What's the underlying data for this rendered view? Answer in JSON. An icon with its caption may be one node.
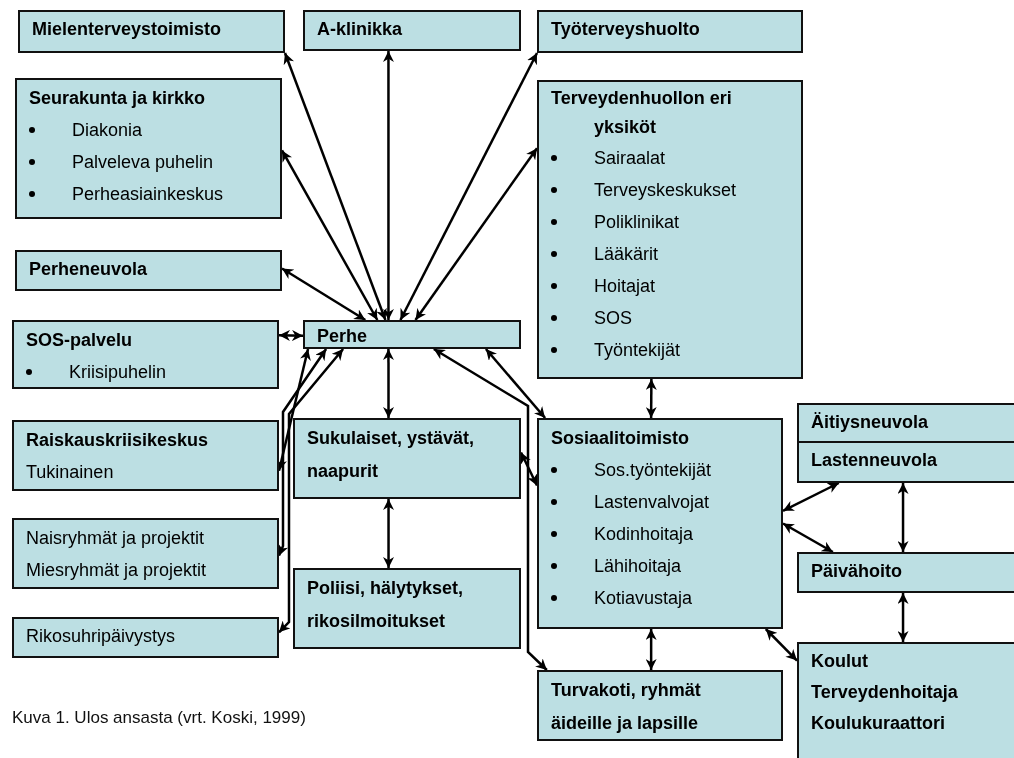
{
  "diagram": {
    "caption": "Kuva 1. Ulos ansasta (vrt. Koski, 1999)",
    "nodes": [
      {
        "text": [
          "Mielenterveystoimisto"
        ]
      },
      {
        "text": [
          "A-klinikka"
        ]
      },
      {
        "text": [
          "Työterveyshuolto"
        ]
      },
      {
        "text": [
          "Seurakunta ja kirkko",
          "Diakonia",
          "Palveleva puhelin",
          "Perheasiainkeskus"
        ]
      },
      {
        "text": [
          "Terveydenhuollon eri yksiköt",
          "Sairaalat",
          "Terveyskeskukset",
          "Poliklinikat",
          "Lääkärit",
          "Hoitajat",
          "SOS",
          "Työntekijät"
        ]
      },
      {
        "text": [
          "Perheneuvola"
        ]
      },
      {
        "text": [
          "SOS-palvelu",
          "Kriisipuhelin"
        ]
      },
      {
        "text": [
          "Perhe"
        ]
      },
      {
        "text": [
          "Raiskauskriisikeskus",
          "Tukinainen"
        ]
      },
      {
        "text": [
          "Sukulaiset, ystävät, naapurit"
        ]
      },
      {
        "text": [
          "Sosiaalitoimisto",
          "Sos.työntekijät",
          "Lastenvalvojat",
          "Kodinhoitaja",
          "Lähihoitaja",
          "Kotiavustaja"
        ]
      },
      {
        "text": [
          "Äitiysneuvola"
        ]
      },
      {
        "text": [
          "Lastenneuvola"
        ]
      },
      {
        "text": [
          "Naisryhmät ja projektit",
          "Miesryhmät ja projektit"
        ]
      },
      {
        "text": [
          "Päivähoito"
        ]
      },
      {
        "text": [
          "Poliisi, hälytykset, rikosilmoitukset"
        ]
      },
      {
        "text": [
          "Rikosuhripäivystys"
        ]
      },
      {
        "text": [
          "Turvakoti, ryhmät äideille ja lapsille"
        ]
      },
      {
        "text": [
          "Koulut",
          "Terveydenhoitaja",
          "Koulukuraattori"
        ]
      }
    ],
    "edges": [
      {
        "from": 0,
        "to": 7,
        "arrow": "both"
      },
      {
        "from": 1,
        "to": 7,
        "arrow": "both"
      },
      {
        "from": 2,
        "to": 7,
        "arrow": "both"
      },
      {
        "from": 3,
        "to": 7,
        "arrow": "both"
      },
      {
        "from": 4,
        "to": 7,
        "arrow": "both"
      },
      {
        "from": 5,
        "to": 7,
        "arrow": "both"
      },
      {
        "from": 6,
        "to": 7,
        "arrow": "both"
      },
      {
        "from": 7,
        "to": 8,
        "arrow": "both"
      },
      {
        "from": 7,
        "to": 13,
        "arrow": "both"
      },
      {
        "from": 7,
        "to": 16,
        "arrow": "both"
      },
      {
        "from": 7,
        "to": 9,
        "arrow": "both"
      },
      {
        "from": 7,
        "to": 17,
        "arrow": "both"
      },
      {
        "from": 7,
        "to": 10,
        "arrow": "both"
      },
      {
        "from": 4,
        "to": 10,
        "arrow": "both"
      },
      {
        "from": 9,
        "to": 10,
        "arrow": "both"
      },
      {
        "from": 9,
        "to": 15,
        "arrow": "both"
      },
      {
        "from": 12,
        "to": 10,
        "arrow": "both"
      },
      {
        "from": 10,
        "to": 14,
        "arrow": "both"
      },
      {
        "from": 12,
        "to": 14,
        "arrow": "both"
      },
      {
        "from": 14,
        "to": 18,
        "arrow": "both"
      },
      {
        "from": 10,
        "to": 17,
        "arrow": "both"
      },
      {
        "from": 10,
        "to": 18,
        "arrow": "both"
      }
    ]
  }
}
